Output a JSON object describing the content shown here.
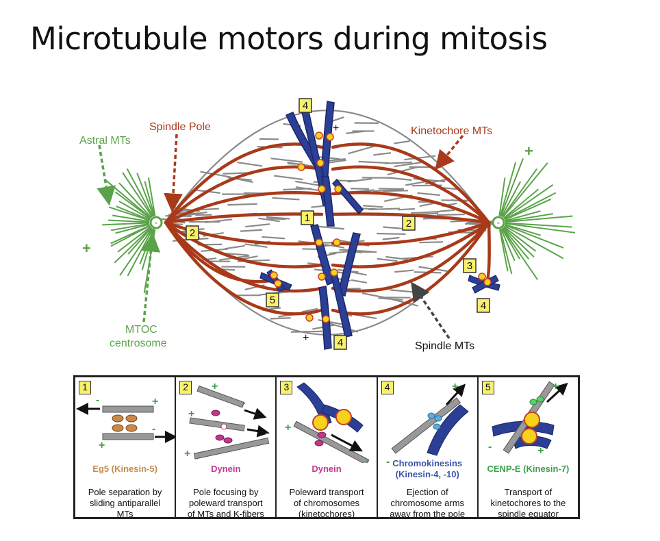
{
  "title": "Microtubule motors during mitosis",
  "labels": {
    "astral": "Astral MTs",
    "spindle_pole": "Spindle Pole",
    "kinetochore": "Kinetochore MTs",
    "mtoc_1": "MTOC",
    "mtoc_2": "centrosome",
    "spindle_mts": "Spindle MTs",
    "plus": "+",
    "minus": "-"
  },
  "badges": [
    "4",
    "1",
    "2",
    "2",
    "3",
    "4",
    "5",
    "4"
  ],
  "colors": {
    "astral_green": "#5aa34a",
    "kinetochore_red": "#a83a1a",
    "spindle_grey": "#8a8a8a",
    "chromosome_blue": "#2b3f94",
    "kinetochore_yellow": "#f6d21c",
    "kinesin5": "#c8894a",
    "dynein": "#c0388a",
    "chromokinesin": "#3a55a8",
    "cenpe": "#3aa14a"
  },
  "panels": [
    {
      "num": "1",
      "motor": "Eg5 (Kinesin-5)",
      "desc": [
        "Pole separation by",
        "sliding antiparallel",
        "MTs"
      ]
    },
    {
      "num": "2",
      "motor": "Dynein",
      "desc": [
        "Pole focusing by",
        "poleward transport",
        "of MTs and K-fibers"
      ]
    },
    {
      "num": "3",
      "motor": "Dynein",
      "desc": [
        "Poleward transport",
        "of chromosomes",
        "(kinetochores)"
      ]
    },
    {
      "num": "4",
      "motor_lines": [
        "Chromokinesins",
        "(Kinesin-4, -10)"
      ],
      "desc": [
        "Ejection of",
        "chromosome arms",
        "away from the pole"
      ]
    },
    {
      "num": "5",
      "motor": "CENP-E (Kinesin-7)",
      "desc": [
        "Transport of",
        "kinetochores to the",
        "spindle equator"
      ]
    }
  ]
}
